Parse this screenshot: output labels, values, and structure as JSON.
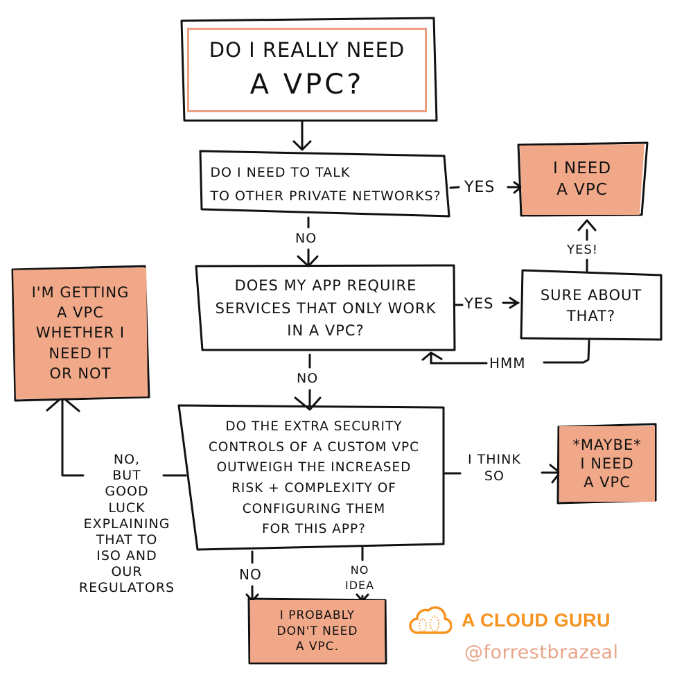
{
  "colors": {
    "outcome_fill": "#f0a888",
    "title_inner_border": "#ed9e80",
    "ink": "#111111",
    "brand": "#f7931e",
    "handle": "#e9a58a"
  },
  "title": {
    "line1": "Do I really need",
    "line2": "a VPC?"
  },
  "nodes": {
    "q1": {
      "text": "Do I need to talk\nto other private networks?"
    },
    "q2": {
      "text": "Does my app require\nservices that only work\nin a VPC?"
    },
    "q3": {
      "text": "Do the extra security\ncontrols of a custom VPC\noutweigh the increased\nrisk + complexity of\nconfiguring them\nfor this app?"
    },
    "sure": {
      "text": "Sure about\nthat?"
    },
    "need_vpc": {
      "text": "I need\na VPC"
    },
    "getting_vpc": {
      "text": "I'm getting\na VPC\nwhether I\nneed it\nor not"
    },
    "maybe_vpc": {
      "text": "*Maybe*\nI need\na VPC"
    },
    "probably_not": {
      "text": "I probably\ndon't need\na VPC."
    }
  },
  "edges": {
    "q1_yes": "Yes",
    "q1_no": "No",
    "q2_yes": "Yes",
    "q2_no": "No",
    "sure_yes": "Yes!",
    "sure_hmm": "Hmm",
    "q3_think_so": "I think\nso",
    "q3_no": "No",
    "q3_no_idea": "No\nidea",
    "q3_no_but": "No,\nbut\ngood\nluck\nexplaining\nthat to\nISO and\nour\nregulators"
  },
  "branding": {
    "logo_icon": "cloud-icon",
    "name": "A CLOUD GURU",
    "handle": "@forrestbrazeal"
  }
}
